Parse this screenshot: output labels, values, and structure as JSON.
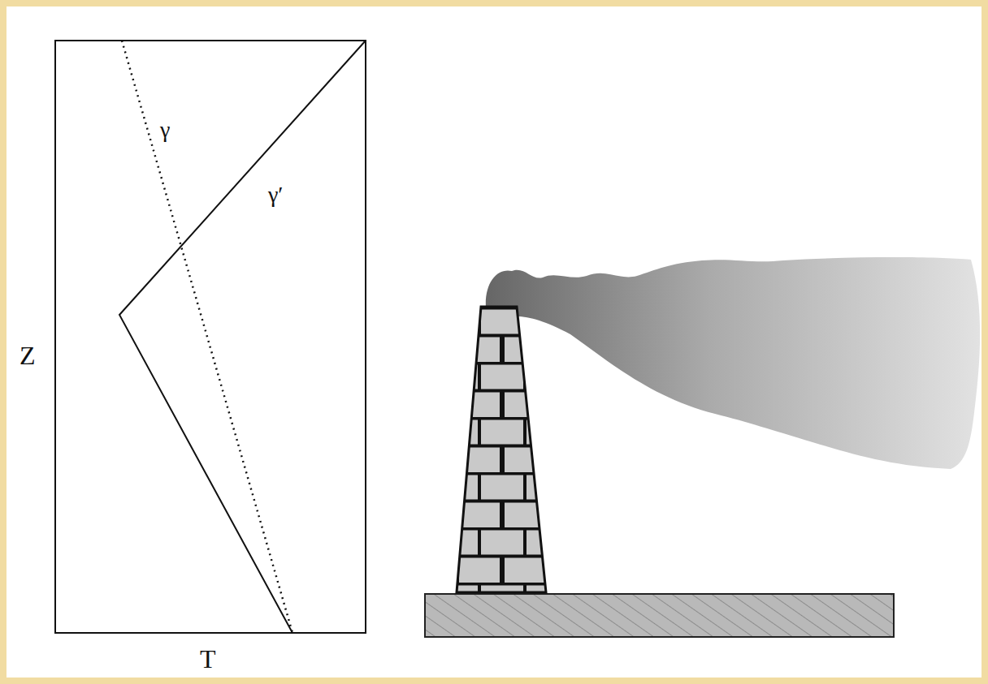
{
  "diagram": {
    "labels": [
      "Z",
      "T",
      "γ",
      "γ′"
    ]
  }
}
